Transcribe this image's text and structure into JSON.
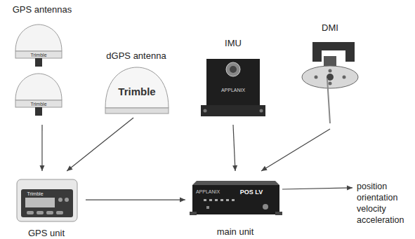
{
  "diagram": {
    "nodes": [
      {
        "text": [
          "GPS antennas"
        ]
      },
      {
        "text": [
          "dGPS antenna"
        ]
      },
      {
        "text": [
          "IMU"
        ]
      },
      {
        "text": [
          "DMI"
        ]
      },
      {
        "text": [
          "GPS unit"
        ]
      },
      {
        "text": [
          "main unit"
        ]
      },
      {
        "text": [
          "position orientation velocity acceleration"
        ]
      }
    ],
    "edges": [
      {
        "from": 0,
        "to": 4,
        "arrow": "to"
      },
      {
        "from": 1,
        "to": 4,
        "arrow": "to"
      },
      {
        "from": 2,
        "to": 5,
        "arrow": "to"
      },
      {
        "from": 3,
        "to": 5,
        "arrow": "to"
      },
      {
        "from": 4,
        "to": 5,
        "arrow": "to"
      },
      {
        "from": 5,
        "to": 6,
        "arrow": "to"
      }
    ],
    "labels": [
      "Trimble",
      "Trimble",
      "Trimble",
      "APPLANIX",
      "Trimble",
      "APPLANIX",
      "POS LV"
    ]
  }
}
